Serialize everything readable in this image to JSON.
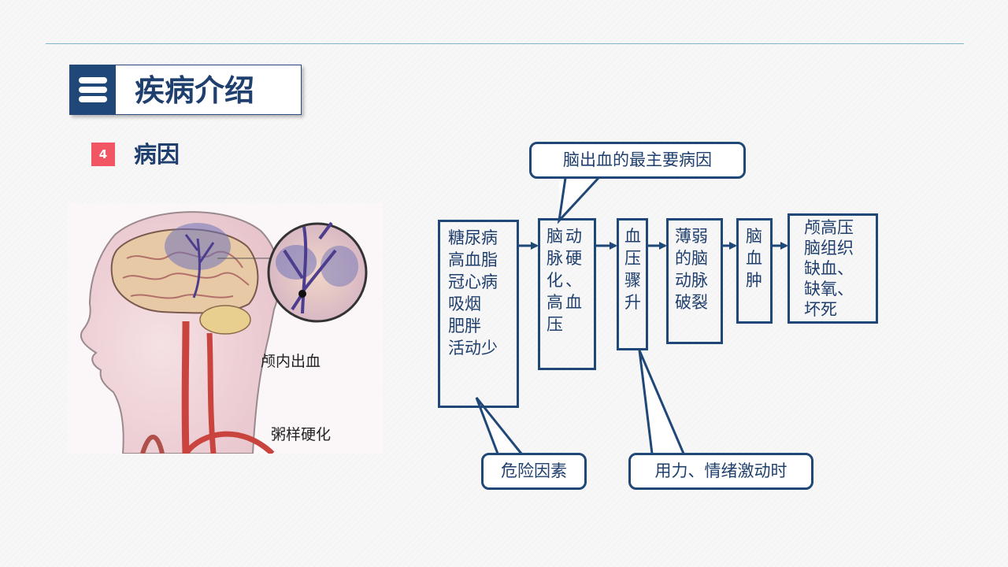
{
  "header": {
    "title": "疾病介绍",
    "menu_icon": "menu-icon"
  },
  "section": {
    "number": "4",
    "title": "病因"
  },
  "illustration": {
    "label_hemorrhage": "颅内出血",
    "label_atherosclerosis": "粥样硬化"
  },
  "flow": {
    "boxes": [
      {
        "id": "risk-factors-box",
        "text": "糖尿病\n高血脂\n冠心病\n吸烟\n肥胖\n活动少"
      },
      {
        "id": "atherosclerosis-box",
        "text": "脑动\n脉硬\n化、\n高血\n压"
      },
      {
        "id": "bp-spike-box",
        "text": "血\n压\n骤\n升"
      },
      {
        "id": "weak-artery-box",
        "text": "薄弱\n的脑\n动脉\n破裂"
      },
      {
        "id": "hematoma-box",
        "text": "脑\n血\n肿"
      },
      {
        "id": "outcome-box",
        "text": "颅高压\n脑组织\n缺血、\n缺氧、\n坏死"
      }
    ],
    "callouts": {
      "main_cause": "脑出血的最主要病因",
      "risk": "危险因素",
      "trigger": "用力、情绪激动时"
    }
  },
  "colors": {
    "navy": "#1f4778",
    "text_navy": "#1f3f6e",
    "badge_red": "#f25665",
    "rule": "#7fb6c8"
  }
}
